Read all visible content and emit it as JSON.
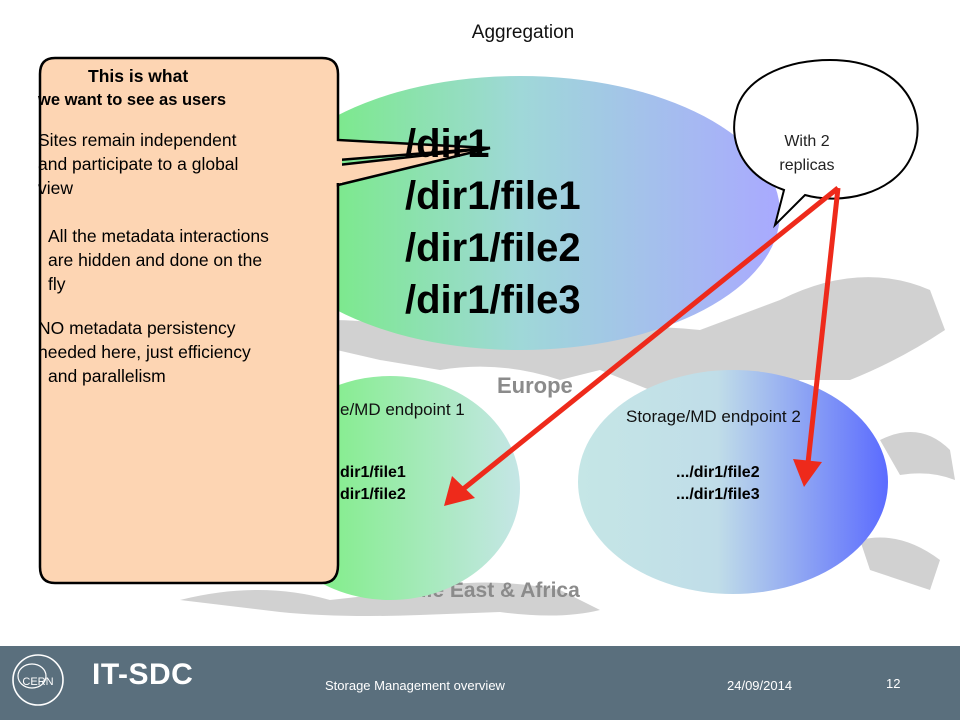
{
  "header": {
    "title": "Aggregation"
  },
  "aggregated_view": {
    "lines": [
      "/dir1",
      "/dir1/file1",
      "/dir1/file2",
      "/dir1/file3"
    ]
  },
  "endpoint1": {
    "label": "e/MD endpoint 1",
    "files": [
      "dir1/file1",
      "dir1/file2"
    ]
  },
  "endpoint2": {
    "label": "Storage/MD endpoint 2",
    "files": [
      ".../dir1/file2",
      ".../dir1/file3"
    ]
  },
  "speech_bubble": {
    "line1": "With 2",
    "line2": "replicas"
  },
  "callout": {
    "p1_line1": "This is what",
    "p1_line2": "we want to see as users",
    "p2_line1": "Sites remain independent",
    "p2_line2": "and participate to a global",
    "p2_line3": "view",
    "p3_line1": "All the metadata interactions",
    "p3_line2": "are hidden and done on the",
    "p3_line3": "fly",
    "p4_line1": "NO metadata persistency",
    "p4_line2": "needed here, just efficiency",
    "p4_line3": "and parallelism"
  },
  "map_labels": {
    "europe": "Europe",
    "africa": "iddle East & Africa"
  },
  "footer": {
    "org": "CERN",
    "group": "IT-SDC",
    "title": "Storage Management overview",
    "date": "24/09/2014",
    "page": "12"
  },
  "colors": {
    "callout_fill": "#fdd5b3",
    "arrow": "#ee2a1b",
    "footer_bg": "#5a6f7d"
  }
}
